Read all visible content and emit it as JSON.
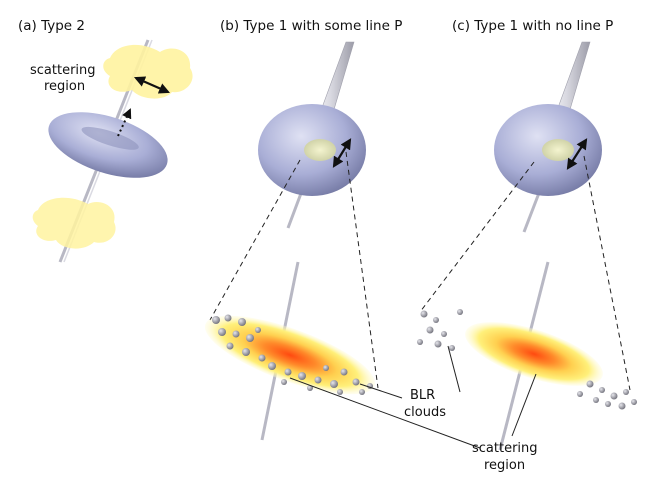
{
  "panels": {
    "a": {
      "title": "(a) Type 2"
    },
    "b": {
      "title": "(b) Type 1 with some line P"
    },
    "c": {
      "title": "(c) Type 1 with no line P"
    }
  },
  "labels": {
    "scattering_top_line1": "scattering",
    "scattering_top_line2": "region",
    "blr_line1": "BLR",
    "blr_line2": "clouds",
    "scattering_bottom_line1": "scattering",
    "scattering_bottom_line2": "region"
  },
  "colors": {
    "torus": "#a9aed6",
    "torus_dark": "#6a6f9a",
    "scatter": "#fff3a0",
    "disk_core": "#ff5a1f",
    "disk_glow": "#ffcc40",
    "clouds": "#8a8a92",
    "jet": "#b8b8c4"
  }
}
